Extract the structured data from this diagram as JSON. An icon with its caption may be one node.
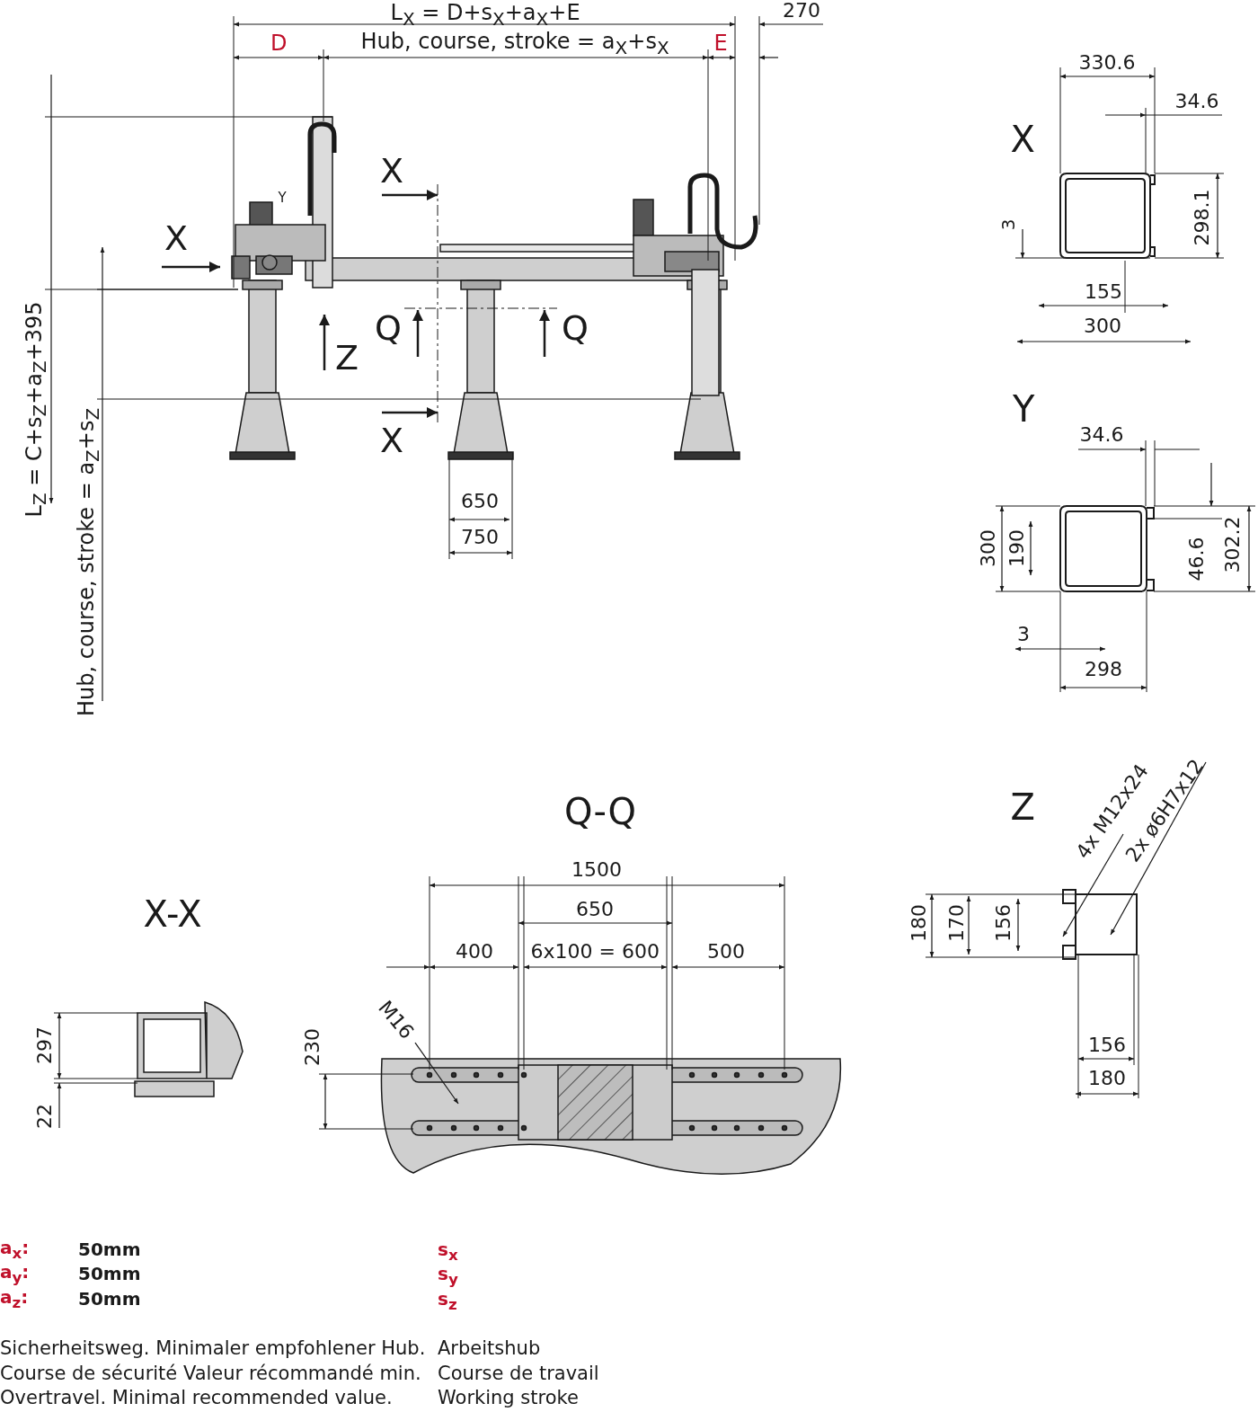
{
  "diagram": {
    "nodes": [
      {
        "text": [
          "4x M12x24"
        ]
      },
      {
        "text": [
          "2x ø6H7x12"
        ]
      },
      {
        "text": [
          "M16"
        ]
      },
      {
        "text": [],
        "shape": "picture"
      },
      {
        "text": [],
        "shape": "picture"
      }
    ],
    "edges": [
      {
        "from": 0,
        "to": 3,
        "arrow": "to"
      },
      {
        "from": 1,
        "to": 3,
        "arrow": "to"
      },
      {
        "from": 2,
        "to": 4,
        "arrow": "to"
      }
    ],
    "labels": [
      "L$_{X}$ = D+s$_{X}$+a$_{X}$+E",
      "270",
      "D",
      "Hub, course, stroke = a$_{X}$+s$_{X}$",
      "E",
      "X",
      "330.6",
      "34.6",
      "3",
      "298.1",
      "155",
      "300",
      "Y",
      "X",
      "X",
      "Z",
      "Q",
      "Q",
      "X",
      "L$_{Z}$ = C+s$_{Z}$+a$_{Z}$+395",
      "Hub, course, stroke = a$_{Z}$+s$_{Z}$",
      "650",
      "750",
      "Y",
      "34.6",
      "300",
      "190",
      "46.6",
      "302.2",
      "3",
      "298",
      "Q-Q",
      "Z",
      "X-X",
      "1500",
      "650",
      "400",
      "6x100 = 600",
      "500",
      "297",
      "230",
      "22",
      "180",
      "170",
      "156",
      "156",
      "180",
      "a$_{x}$:",
      "50mm",
      "s$_{x}$",
      "a$_{y}$:",
      "50mm",
      "s$_{y}$",
      "a$_{z}$:",
      "50mm",
      "s$_{z}$",
      "Sicherheitsweg. Minimaler empfohlener Hub.",
      "Arbeitshub",
      "Course de sécurité Valeur récommandé min.",
      "Course de travail",
      "Overtravel. Minimal recommended value.",
      "Working stroke"
    ]
  }
}
